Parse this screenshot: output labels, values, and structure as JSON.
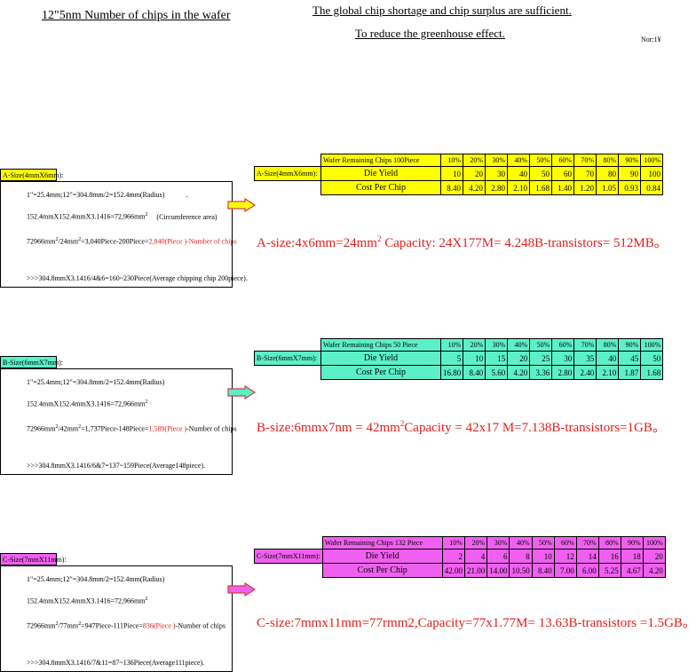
{
  "header": {
    "left_title": "12\"5nm Number of chips in the wafer",
    "right_title_line1": "The global chip shortage and chip surplus are sufficient.",
    "right_title_line2": "To reduce the greenhouse effect.",
    "note": "Nor:1¥"
  },
  "colors": {
    "a": "#ffff00",
    "b": "#5cf0c8",
    "c": "#f060f0",
    "red": "#e02020"
  },
  "percents": [
    "10%",
    "20%",
    "30%",
    "40%",
    "50%",
    "60%",
    "70%",
    "80%",
    "90%",
    "100%"
  ],
  "row_labels": {
    "yield": "Die Yield",
    "cost": "Cost Per Chip"
  },
  "sections": [
    {
      "key": "a",
      "size_label": "A-Size(4mmX6mm):",
      "line1": "1\"=25.4mm;12\"=304.8mm/2=152.4mm(Radius)",
      "line1_tail": ".",
      "line2": "152.4mmX152.4mmX3.1416=72,966mm",
      "line2_tail": "(Circumference area)",
      "line3_pre": "72966mm",
      "line3_mid": "/24mm",
      "line3_post": "=3,040Piece-200Piece=",
      "line3_red": "2,840(Piece )-Number of chips",
      "line4": ">>>304.8mmX3.1416/4&6=160~230Piece(Average chipping chip 200piece).",
      "table_header": "Wafer Remaining Chips 100Piece",
      "yield": [
        "10",
        "20",
        "30",
        "40",
        "50",
        "60",
        "70",
        "80",
        "90",
        "100"
      ],
      "cost": [
        "8.40",
        "4.20",
        "2.80",
        "2.10",
        "1.68",
        "1.40",
        "1.20",
        "1.05",
        "0.93",
        "0.84"
      ],
      "capacity_pre": "A-size:4x6mm=24mm",
      "capacity_post": " Capacity: 24X177M= 4.248B-transistors= 512MB。"
    },
    {
      "key": "b",
      "size_label": "B-Size(6mmX7mm):",
      "line1": "1\"=25.4mm;12\"=304.8mm/2=152.4mm(Radius)",
      "line1_tail": "",
      "line2": "152.4mmX152.4mmX3.1416=72,966mm",
      "line2_tail": "",
      "line3_pre": "72966mm",
      "line3_mid": "/42mm",
      "line3_post": "=1,737Piece-148Piece=",
      "line3_red": "1,589(Piece )",
      "line3_tail": "-Number of chips",
      "line4": ">>>304.8mmX3.1416/6&7=137~159Piece(Average148piece).",
      "table_header": "Wafer Remaining Chips 50 Piece",
      "yield": [
        "5",
        "10",
        "15",
        "20",
        "25",
        "30",
        "35",
        "40",
        "45",
        "50"
      ],
      "cost": [
        "16.80",
        "8.40",
        "5.60",
        "4.20",
        "3.36",
        "2.80",
        "2.40",
        "2.10",
        "1.87",
        "1.68"
      ],
      "capacity_pre": "B-size:6mmx7nm = 42mm",
      "capacity_post": "Capacity = 42x17 M=7.138B-transistors=1GB。"
    },
    {
      "key": "c",
      "size_label": "C-Size(7mmX11mm):",
      "line1": "1\"=25.4mm;12\"=304.8mm/2=152.4mm(Radius)",
      "line1_tail": "",
      "line2": "152.4mmX152.4mmX3.1416=72,966mm",
      "line2_tail": "",
      "line3_pre": "72966mm",
      "line3_mid": "/77mm",
      "line3_post": "=947Piece-111Piece=",
      "line3_red": "836(Piece )",
      "line3_tail": "-Number of chips",
      "line4": ">>>304.8mmX3.1416/7&11=87~136Piece(Average111piece).",
      "table_header": "Wafer Remaining Chips 132 Piece",
      "yield": [
        "2",
        "4",
        "6",
        "8",
        "10",
        "12",
        "14",
        "16",
        "18",
        "20"
      ],
      "cost": [
        "42.00",
        "21.00",
        "14.00",
        "10.50",
        "8.40",
        "7.00",
        "6.00",
        "5.25",
        "4.67",
        "4.20"
      ],
      "capacity_pre": "C-size:7mmx11mm=77rmm2,Capacity=77x1.77M= 13.63B-transistors =1.5GB。",
      "capacity_post": ""
    }
  ]
}
